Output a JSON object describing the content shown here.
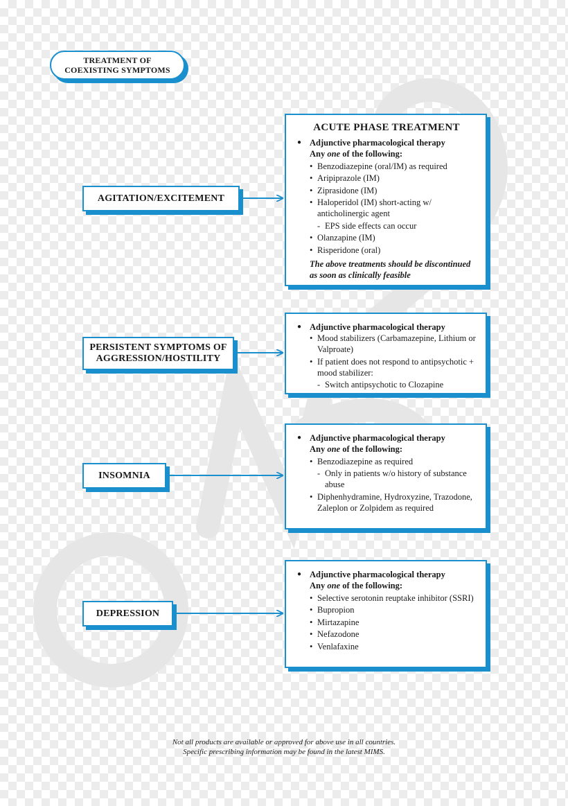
{
  "title": {
    "line1": "TREATMENT OF",
    "line2": "COEXISTING SYMPTOMS"
  },
  "rows": [
    {
      "label": [
        "AGITATION/EXCITEMENT"
      ],
      "heading": "ACUTE PHASE TREATMENT",
      "bullet": "Adjunctive pharmacological therapy",
      "any_one_pre": "Any ",
      "any_one_em": "one",
      "any_one_post": " of the following:",
      "items": [
        {
          "text": "Benzodiazepine (oral/IM) as required"
        },
        {
          "text": "Aripiprazole (IM)"
        },
        {
          "text": "Ziprasidone (IM)"
        },
        {
          "text": "Haloperidol (IM) short-acting w/ anticholinergic agent",
          "sub": [
            "EPS side effects can occur"
          ]
        },
        {
          "text": "Olanzapine (IM)"
        },
        {
          "text": "Risperidone (oral)"
        }
      ],
      "note": "The above treatments should be discontinued as soon as clinically feasible"
    },
    {
      "label": [
        "PERSISTENT SYMPTOMS OF",
        "AGGRESSION/HOSTILITY"
      ],
      "bullet": "Adjunctive pharmacological therapy",
      "items": [
        {
          "text": "Mood stabilizers (Carbamazepine, Lithium or Valproate)"
        },
        {
          "text": "If patient does not respond to antipsychotic + mood stabilizer:",
          "sub": [
            "Switch antipsychotic to Clozapine"
          ]
        }
      ]
    },
    {
      "label": [
        "INSOMNIA"
      ],
      "bullet": "Adjunctive pharmacological therapy",
      "any_one_pre": "Any ",
      "any_one_em": "one",
      "any_one_post": " of the following:",
      "items": [
        {
          "text": "Benzodiazepine as required",
          "sub": [
            "Only in patients w/o history of substance abuse"
          ]
        },
        {
          "text": "Diphenhydramine, Hydroxyzine, Trazodone, Zaleplon or Zolpidem as required"
        }
      ]
    },
    {
      "label": [
        "DEPRESSION"
      ],
      "bullet": "Adjunctive pharmacological therapy",
      "any_one_pre": "Any ",
      "any_one_em": "one",
      "any_one_post": " of the following:",
      "items": [
        {
          "text": "Selective serotonin reuptake inhibitor (SSRI)"
        },
        {
          "text": "Bupropion"
        },
        {
          "text": "Mirtazapine"
        },
        {
          "text": "Nefazodone"
        },
        {
          "text": "Venlafaxine"
        }
      ]
    }
  ],
  "footer": {
    "line1": "Not all products are available or approved for above use in all countries.",
    "line2": "Specific prescribing information may be found in the latest MIMS."
  },
  "colors": {
    "accent": "#1a8fce",
    "watermark": "#e9e9e9"
  }
}
